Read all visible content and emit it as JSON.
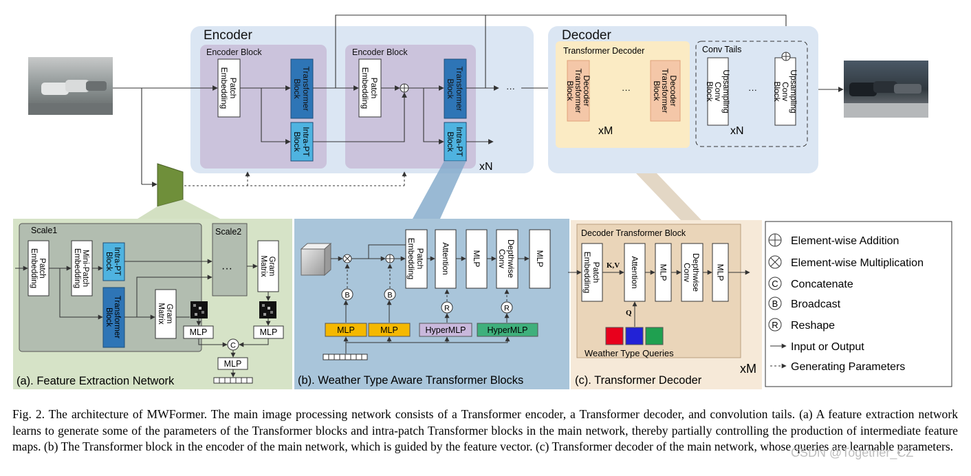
{
  "main": {
    "encoder_title": "Encoder",
    "decoder_title": "Decoder",
    "encoder_block_label": "Encoder Block",
    "patch_embedding": "Patch Embedding",
    "transformer_block": "Transformer Block",
    "intra_pt_block": "Intra-PT Block",
    "ellipsis": "···",
    "xN": "xN",
    "xM": "xM",
    "transformer_decoder_label": "Transformer Decoder",
    "decoder_transformer_block": "Decoder Transformer Block",
    "conv_tails_label": "Conv Tails",
    "upsampling_conv_block": "Upsampling Conv Block"
  },
  "panel_a": {
    "scale1": "Scale1",
    "scale2": "Scale2",
    "patch_embedding": "Patch Embedding",
    "mini_patch_embedding": "Mini-Patch Embedding",
    "intra_pt_block": "Intra-PT Block",
    "transformer_block": "Transformer Block",
    "gram_matrix": "Gram Matrix",
    "mlp": "MLP",
    "concat_symbol": "C",
    "caption": "(a). Feature Extraction Network"
  },
  "panel_b": {
    "patch_embedding": "Patch Embedding",
    "attention": "Attention",
    "mlp": "MLP",
    "depthwise_conv": "Depthwise Conv",
    "broadcast_symbol": "B",
    "reshape_symbol": "R",
    "mlp_yellow": "MLP",
    "hypermlp": "HyperMLP",
    "caption": "(b). Weather Type Aware Transformer Blocks"
  },
  "panel_c": {
    "title": "Decoder Transformer Block",
    "patch_embedding": "Patch Embedding",
    "attention": "Attention",
    "mlp": "MLP",
    "depthwise_conv": "Depthwise Conv",
    "kv": "K,V",
    "q": "Q",
    "weather_type_queries": "Weather Type Queries",
    "caption": "(c). Transformer Decoder",
    "xM": "xM"
  },
  "legend": {
    "items": [
      {
        "symbol": "⊕",
        "label": "Element-wise Addition"
      },
      {
        "symbol": "⊗",
        "label": "Element-wise Multiplication"
      },
      {
        "symbol": "C",
        "label": "Concatenate"
      },
      {
        "symbol": "B",
        "label": "Broadcast"
      },
      {
        "symbol": "R",
        "label": "Reshape"
      },
      {
        "symbol": "arrow",
        "label": "Input or Output"
      },
      {
        "symbol": "dashed-arrow",
        "label": "Generating Parameters"
      }
    ]
  },
  "caption": {
    "text": "Fig. 2.  The architecture of MWFormer. The main image processing network consists of a Transformer encoder, a Transformer decoder, and convolution tails. (a) A feature extraction network learns to generate some of the parameters of the Transformer blocks and intra-patch Transformer blocks in the main network, thereby partially controlling the production of intermediate feature maps. (b) The Transformer block in the encoder of the main network, which is guided by the feature vector. (c) Transformer decoder of the main network, whose queries are learnable parameters."
  },
  "watermark": "CSDN @Together_CZ",
  "colors": {
    "encoder_bg": "#dbe6f3",
    "encoder_block_bg": "#cbc3dc",
    "transformer_block": "#2e75b6",
    "intra_pt_block": "#4fb3e0",
    "decoder_bg": "#dbe6f3",
    "transformer_decoder_bg": "#fbebc4",
    "decoder_block_bg": "#f4c7a8",
    "panel_a_bg": "#d6e3c7",
    "panel_b_bg": "#a9c5da",
    "panel_c_bg": "#f6e9d8",
    "mlp_yellow": "#f5b800",
    "hypermlp_purple": "#c9b8dc",
    "hypermlp_green": "#3fb07c",
    "query_red": "#e8001c",
    "query_blue": "#2222d6",
    "query_green": "#1fa050",
    "feature_net_green": "#6f8f3a"
  }
}
